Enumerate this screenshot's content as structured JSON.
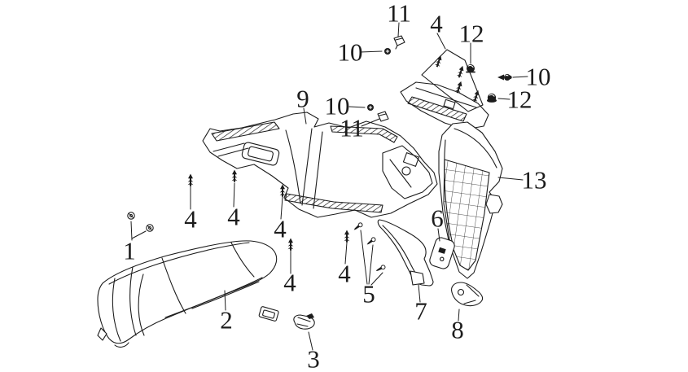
{
  "diagram": {
    "kind": "exploded-parts-diagram",
    "colors": {
      "background": "#ffffff",
      "line": "#1c1c1c"
    },
    "callouts": [
      {
        "id": "callout-11-top",
        "label": "11"
      },
      {
        "id": "callout-10-topleft",
        "label": "10"
      },
      {
        "id": "callout-4-panel",
        "label": "4"
      },
      {
        "id": "callout-12-top",
        "label": "12"
      },
      {
        "id": "callout-10-right",
        "label": "10"
      },
      {
        "id": "callout-12-right",
        "label": "12"
      },
      {
        "id": "callout-9",
        "label": "9"
      },
      {
        "id": "callout-10-mid",
        "label": "10"
      },
      {
        "id": "callout-11-mid",
        "label": "11"
      },
      {
        "id": "callout-13",
        "label": "13"
      },
      {
        "id": "callout-6",
        "label": "6"
      },
      {
        "id": "callout-1",
        "label": "1"
      },
      {
        "id": "callout-4-a",
        "label": "4"
      },
      {
        "id": "callout-4-b",
        "label": "4"
      },
      {
        "id": "callout-4-c",
        "label": "4"
      },
      {
        "id": "callout-4-d",
        "label": "4"
      },
      {
        "id": "callout-4-e",
        "label": "4"
      },
      {
        "id": "callout-5",
        "label": "5"
      },
      {
        "id": "callout-2",
        "label": "2"
      },
      {
        "id": "callout-7",
        "label": "7"
      },
      {
        "id": "callout-8",
        "label": "8"
      },
      {
        "id": "callout-3",
        "label": "3"
      }
    ]
  }
}
